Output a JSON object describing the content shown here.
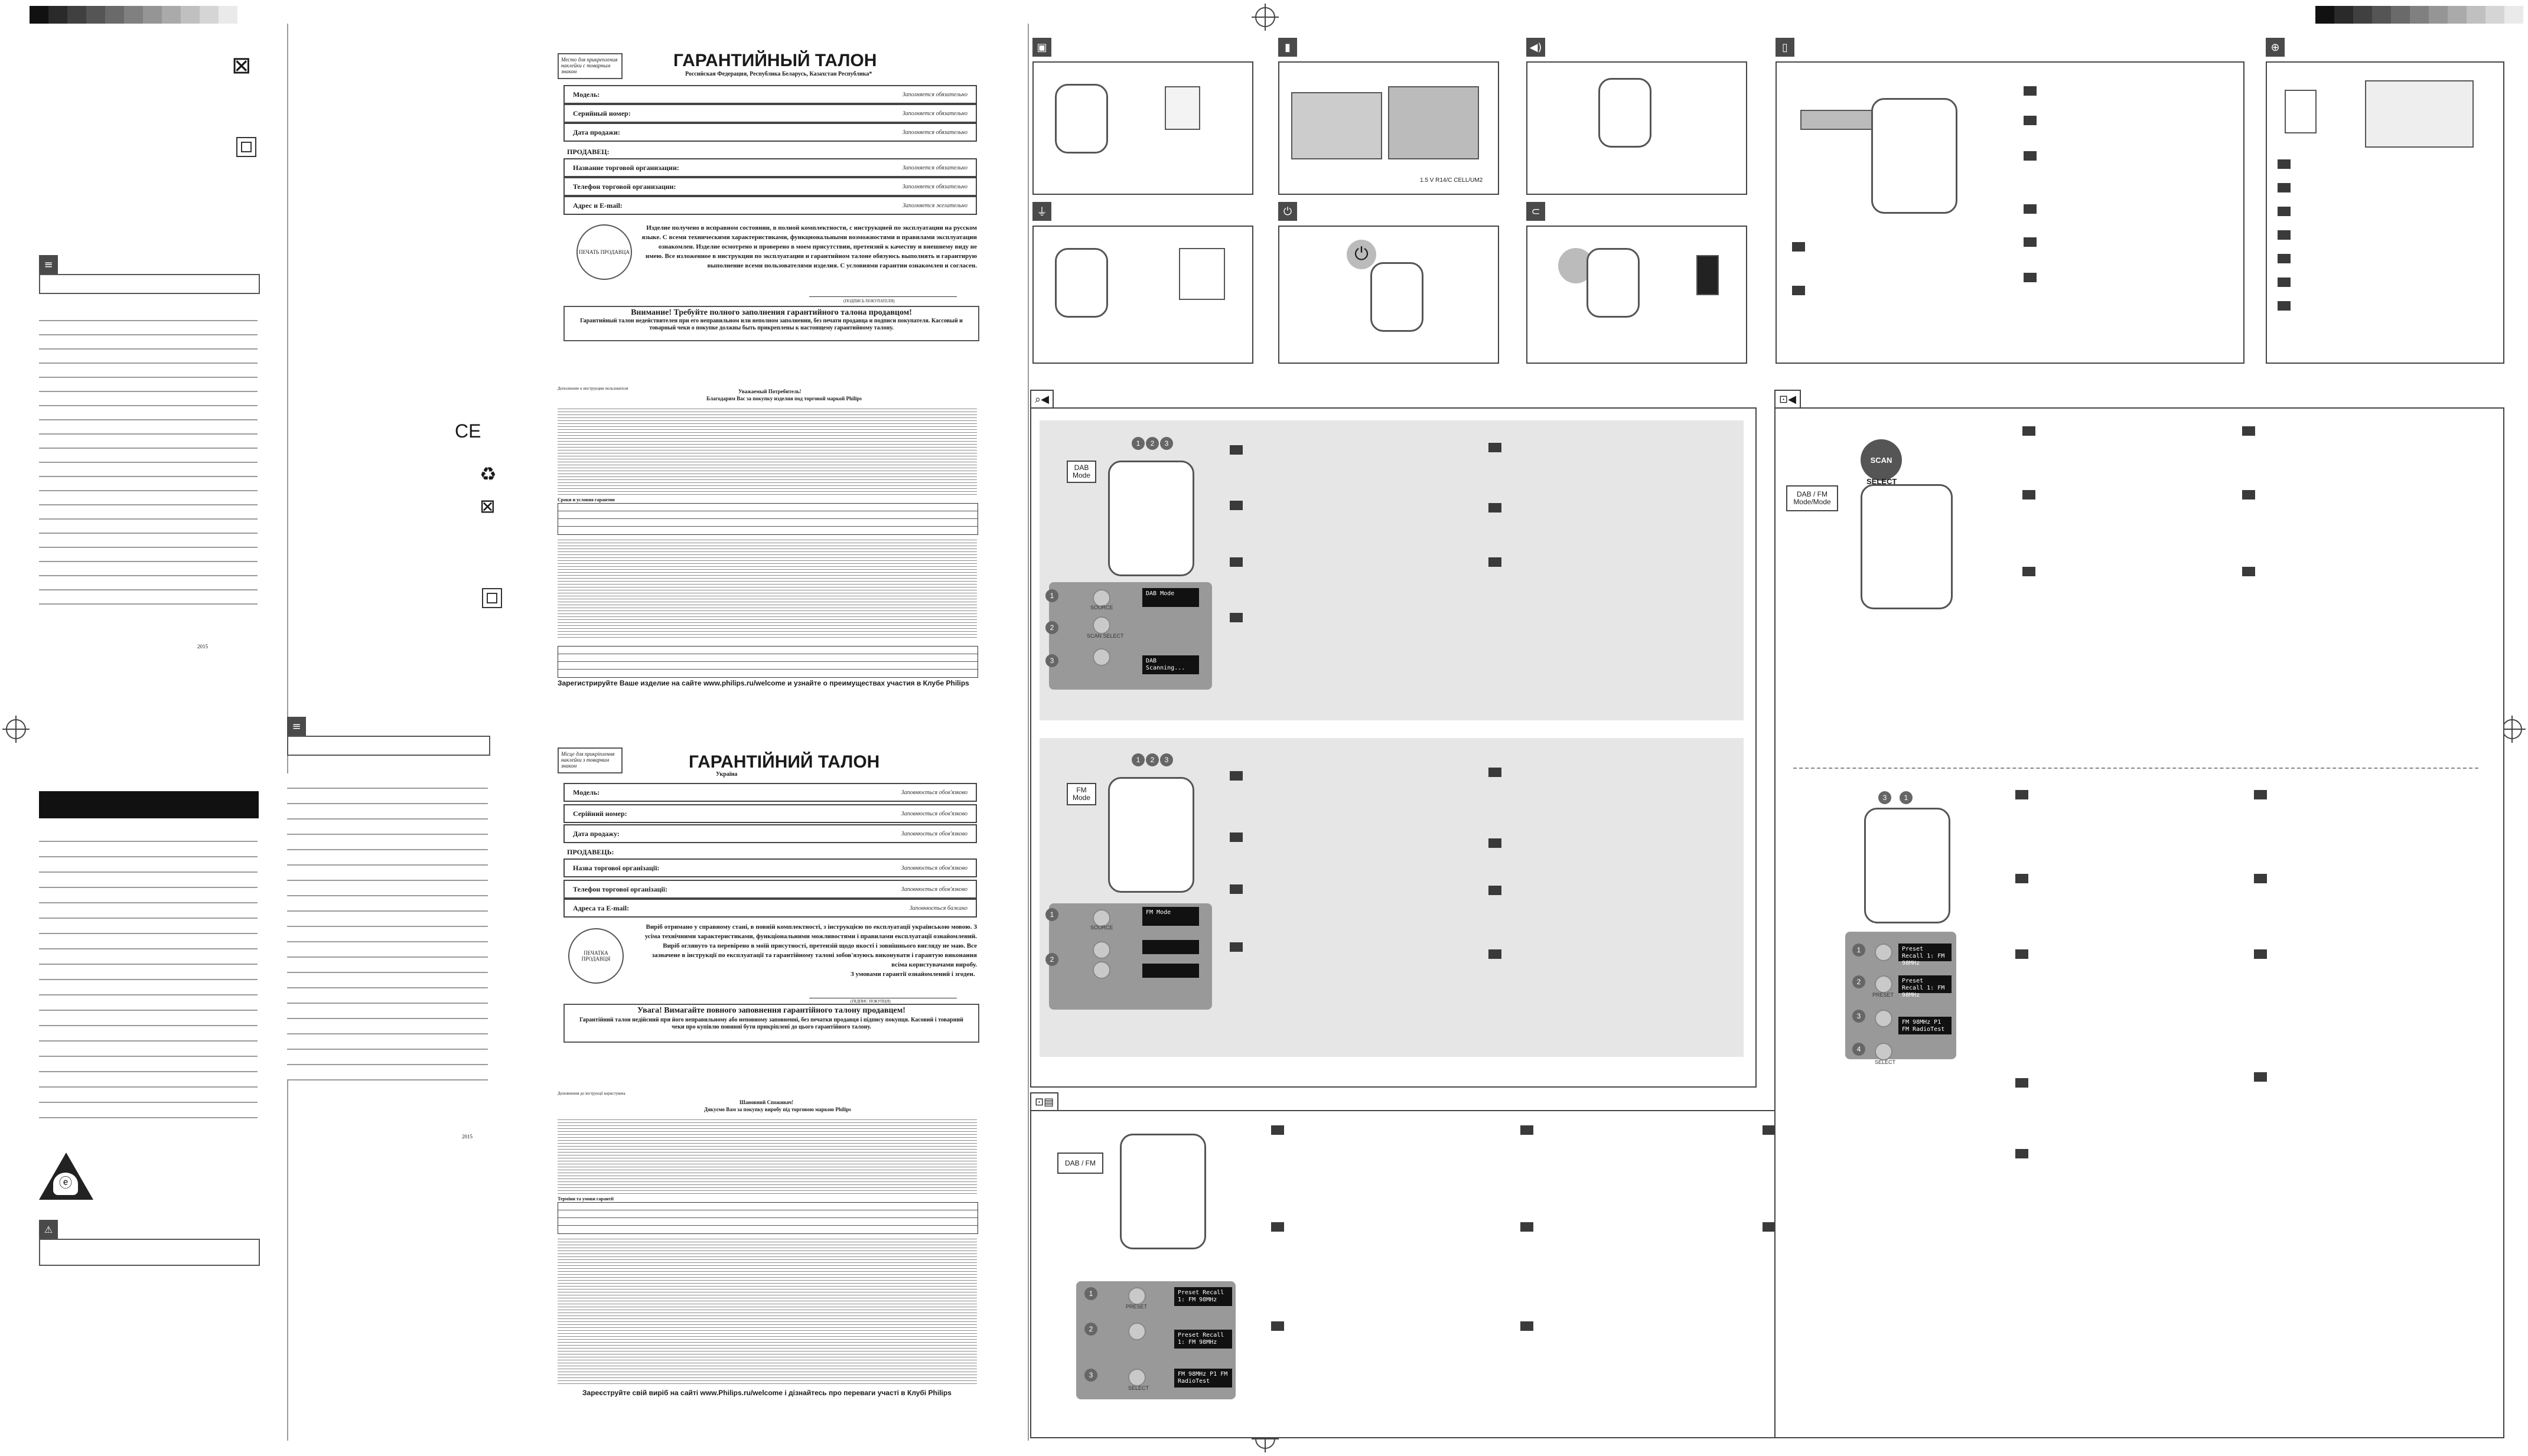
{
  "page": {
    "page_num_1": "2015",
    "page_num_2": "2015"
  },
  "greyscale_left": [
    "#111111",
    "#2a2a2a",
    "#404040",
    "#555555",
    "#6a6a6a",
    "#808080",
    "#959595",
    "#aaaaaa",
    "#c0c0c0",
    "#d5d5d5",
    "#eaeaea",
    "#ffffff"
  ],
  "greyscale_right": [
    "#111111",
    "#2a2a2a",
    "#404040",
    "#555555",
    "#6a6a6a",
    "#808080",
    "#959595",
    "#aaaaaa",
    "#c0c0c0",
    "#d5d5d5",
    "#eaeaea",
    "#ffffff"
  ],
  "warranty_ru": {
    "stamp_text": "Место для прикрепления наклейки с товарным знаком",
    "title": "ГАРАНТИЙНЫЙ ТАЛОН",
    "subtitle": "Российская Федерация, Республика Беларусь, Казахстан Республика*",
    "fields": [
      {
        "label": "Модель:",
        "hint": "Заполняется обязательно"
      },
      {
        "label": "Серийный номер:",
        "hint": "Заполняется обязательно"
      },
      {
        "label": "Дата продажи:",
        "hint": "Заполняется обязательно"
      }
    ],
    "seller_heading": "ПРОДАВЕЦ:",
    "seller_fields": [
      {
        "label": "Название торговой организации:",
        "hint": "Заполняется обязательно"
      },
      {
        "label": "Телефон торговой организации:",
        "hint": "Заполняется обязательно"
      },
      {
        "label": "Адрес и E-mail:",
        "hint": "Заполняется желательно"
      }
    ],
    "seal_text": "ПЕЧАТЬ ПРОДАВЦА",
    "paragraph": "Изделие получено в исправном состоянии, в полной комплектности, с инструкцией по эксплуатации на русском языке. С всеми техническими характеристиками, функциональными возможностями и правилами эксплуатации ознакомлен. Изделие осмотрено и проверено в моем присутствии, претензий к качеству и внешнему виду не имею. Все изложенное в инструкции по эксплуатации и гарантийном талоне обязуюсь выполнять и гарантирую выполнение всеми пользователями изделия. С условиями гарантии ознакомлен и согласен.",
    "sign_caption": "(ПОДПИСЬ ПОКУПАТЕЛЯ)",
    "attention": "Внимание! Требуйте полного заполнения гарантийного талона продавцом!",
    "attention_body": "Гарантийный талон недействителен при его неправильном или неполном заполнении, без печати продавца и подписи покупателя. Кассовый и товарный чеки о покупке должны быть прикреплены к настоящему гарантийному талону.",
    "appendix_heading": "Дополнение к инструкции пользователя",
    "dear": "Уважаемый Потребитель!",
    "thanks": "Благодарим Вас за покупку изделия под торговой маркой Philips",
    "terms_title": "Сроки и условия гарантии",
    "register": "Зарегистрируйте Ваше изделие на сайте www.philips.ru/welcome и узнайте о преимуществах участия в Клубе Philips"
  },
  "warranty_ua": {
    "stamp_text": "Місце для прикріплення наклейки з товарним знаком",
    "title": "ГАРАНТІЙНИЙ ТАЛОН",
    "subtitle": "Україна",
    "fields": [
      {
        "label": "Модель:",
        "hint": "Заповнюється обов'язково"
      },
      {
        "label": "Серійний номер:",
        "hint": "Заповнюється обов'язково"
      },
      {
        "label": "Дата продажу:",
        "hint": "Заповнюється обов'язково"
      }
    ],
    "seller_heading": "ПРОДАВЕЦЬ:",
    "seller_fields": [
      {
        "label": "Назва торгової організації:",
        "hint": "Заповнюється обов'язково"
      },
      {
        "label": "Телефон торгової організації:",
        "hint": "Заповнюється обов'язково"
      },
      {
        "label": "Адреса та E-mail:",
        "hint": "Заповнюється бажано"
      }
    ],
    "seal_text": "ПЕЧАТКА ПРОДАВЦЯ",
    "paragraph": "Виріб отримано у справному стані, в повній комплектності, з інструкцією по експлуатації українською мовою. З усіма технічними характеристиками, функціональними можливостями і правилами експлуатації ознайомлений. Виріб оглянуто та перевірено в моїй присутності, претензій щодо якості і зовнішнього вигляду не маю. Все зазначене в інструкції по експлуатації та гарантійному талоні зобов'язуюсь виконувати і гарантую виконання всіма користувачами виробу.",
    "agree": "З умовами гарантії ознайомлений і згоден.",
    "sign_caption": "(ПІДПИС ПОКУПЦЯ)",
    "attention": "Увага! Вимагайте повного заповнення гарантійного талону продавцем!",
    "attention_body": "Гарантійний талон недійсний при його неправильному або неповному заповненні, без печатки продавця і підпису покупця. Касовий і товарний чеки про купівлю повинні бути прикріплені до цього гарантійного талону.",
    "appendix_heading": "Доповнення до інструкції користувача",
    "dear": "Шановний Споживач!",
    "thanks": "Дякуємо Вам за покупку виробу під торговою маркою Philips",
    "terms_title": "Терміни та умови гарантії",
    "register": "Зареєструйте свій виріб на сайті www.Philips.ru/welcome і дізнайтесь про переваги участі в Клубі Philips"
  },
  "manual": {
    "battery_label": "1.5 V R14/C CELL/UM2",
    "dab_mode": "DAB Mode",
    "fm_mode": "FM Mode",
    "dab_fm": "DAB / FM",
    "dab_fm_mode": "DAB / FM Mode/Mode",
    "scan": "SCAN",
    "select": "SELECT",
    "source": "SOURCE",
    "scan_select": "SCAN SELECT",
    "preset": "PRESET",
    "lcd_dab": "DAB Mode",
    "lcd_fm": "FM Mode",
    "lcd_scan": "DAB Scanning...",
    "lcd_preset1": "Preset Recall 1: FM 98MHz",
    "lcd_preset2": "Preset Recall 1: FM 98MHz",
    "lcd_select": "FM 98MHz P1 FM RadioTest"
  }
}
